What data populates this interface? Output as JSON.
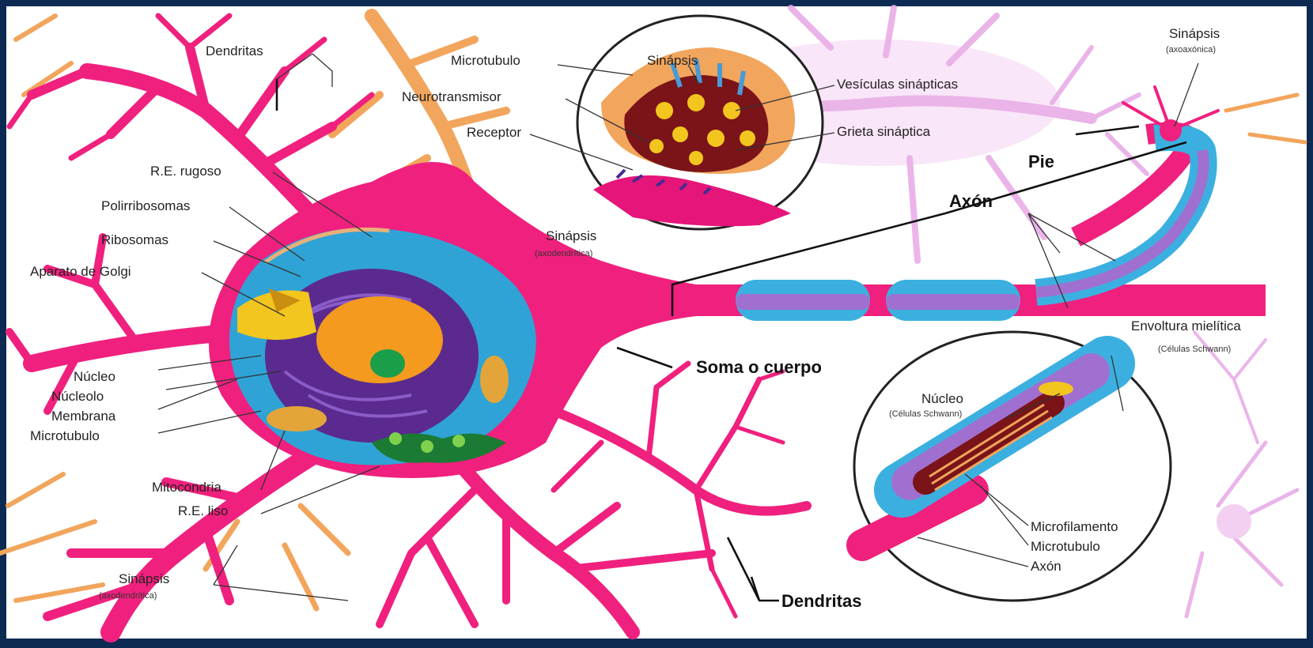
{
  "labels": {
    "dendritas_top": "Dendritas",
    "microtubulo_top": "Microtubulo",
    "sinapsis_inset": "Sinápsis",
    "neurotransmisor": "Neurotransmisor",
    "receptor": "Receptor",
    "vesiculas": "Vesículas sinápticas",
    "grieta": "Grieta sináptica",
    "sinapsis_axo_top": "Sinápsis",
    "sinapsis_axo_top_sub": "(axoaxónica)",
    "pie": "Pie",
    "axon": "Axón",
    "re_rugoso": "R.E. rugoso",
    "polirribosomas": "Polirribosomas",
    "ribosomas": "Ribosomas",
    "golgi": "Aparato de Golgi",
    "sinapsis_mid": "Sinápsis",
    "sinapsis_mid_sub": "(axodendrítica)",
    "nucleo": "Núcleo",
    "nucleolo": "Núcleolo",
    "membrana": "Membrana",
    "microtubulo_left": "Microtubulo",
    "soma": "Soma o cuerpo",
    "envoltura": "Envoltura mielítica",
    "envoltura_sub": "(Células Schwann)",
    "nucleo_schwann": "Núcleo",
    "nucleo_schwann_sub": "(Células Schwann)",
    "mitocondria": "Mitocondria",
    "re_liso": "R.E. liso",
    "microfilamento": "Microfilamento",
    "microtubulo_inset": "Microtubulo",
    "axon_inset": "Axón",
    "sinapsis_bottom": "Sinápsis",
    "sinapsis_bottom_sub": "(axodendrítica)",
    "dendritas_bottom": "Dendritas"
  },
  "colors": {
    "frame": "#0d2b52",
    "neuron": "#f0207e",
    "cytoplasm": "#2fa3d6",
    "nucleus": "#5b2a8e",
    "golgi": "#f3c51f",
    "nucleolus": "#f39a1f",
    "myelin_blue": "#3bb0e0",
    "myelin_purple": "#a070d0",
    "terminal": "#7a1418",
    "orange_neuron": "#f2a55c",
    "lilac_neuron": "#e7a8e6"
  }
}
